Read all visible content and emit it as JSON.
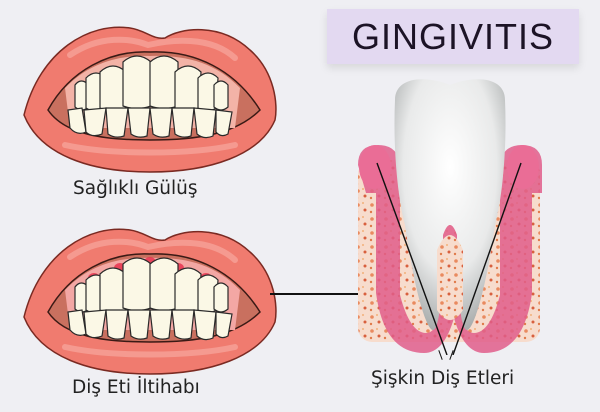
{
  "title": "GINGIVITIS",
  "labels": {
    "healthy_smile": "Sağlıklı Gülüş",
    "gum_inflammation": "Diş Eti İltihabı",
    "swollen_gums": "Şişkin Diş Etleri"
  },
  "colors": {
    "background": "#efeff3",
    "title_box": "#e3d9f1",
    "lip": "#f07b6f",
    "lip_highlight": "#f6a398",
    "gum": "#f3a7a4",
    "inflamed_gum": "#e8334f",
    "tooth": "#fbf8e6",
    "tooth_gum_pink": "#e15d8a",
    "bone": "#f7dccd"
  }
}
